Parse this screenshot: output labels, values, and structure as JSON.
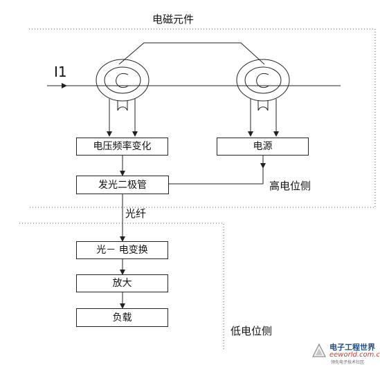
{
  "title": "电磁元件",
  "input_label": "I1",
  "zones": {
    "high": "高电位侧",
    "low": "低电位侧"
  },
  "fiber_label": "光纤",
  "boxes": {
    "converter": "电压频率变化",
    "power": "电源",
    "led": "发光二极管",
    "oe": "光－ 电变换",
    "amp": "放大",
    "load": "负载"
  },
  "watermark": {
    "cn": "电子工程世界",
    "en": "eeworld.com.cn",
    "sub": "领先电子技术社区"
  }
}
